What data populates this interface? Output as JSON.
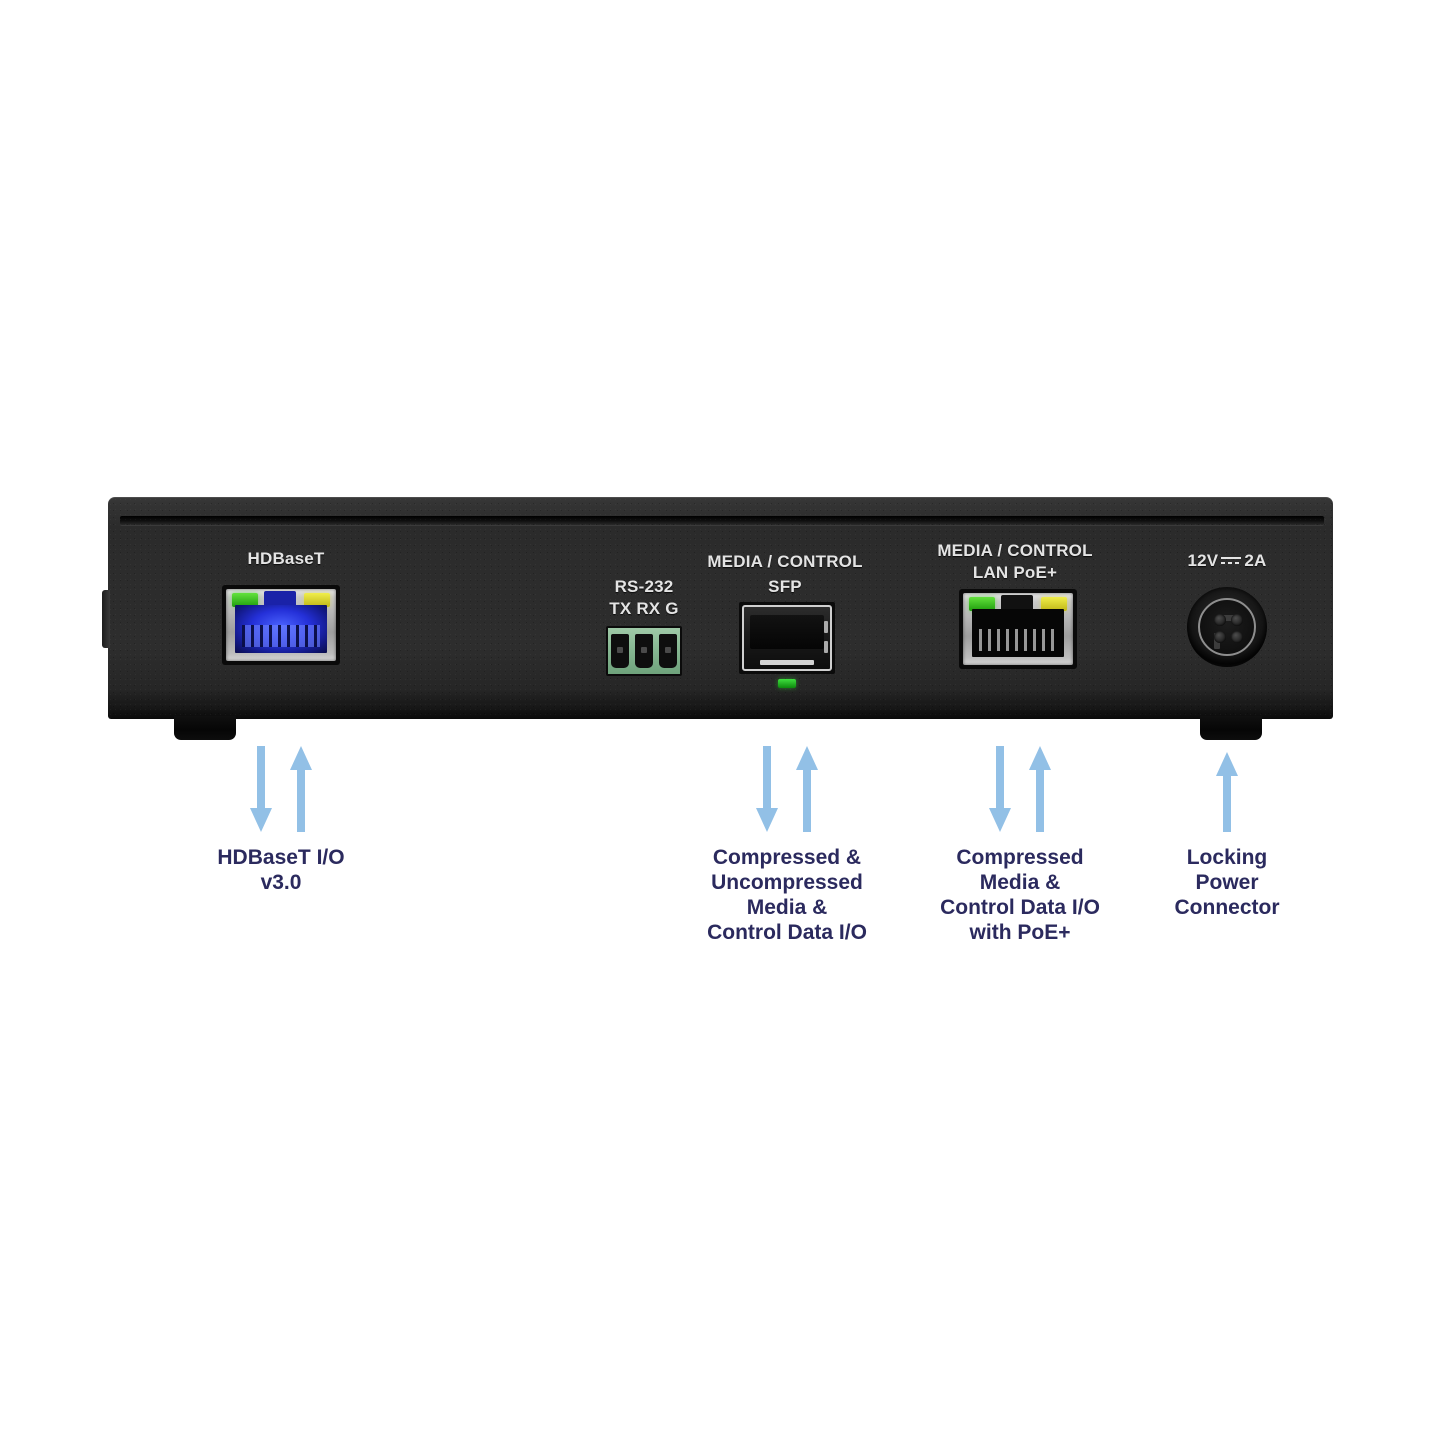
{
  "device": {
    "name": "rear-panel-av-extender",
    "panel_labels": {
      "hdbaset": "HDBaseT",
      "rs232_title": "RS-232",
      "rs232_pins": "TX RX  G",
      "sfp_title": "MEDIA / CONTROL",
      "sfp_sub": "SFP",
      "lan_title": "MEDIA / CONTROL",
      "lan_sub": "LAN   PoE+",
      "power_voltage": "12V",
      "power_current": "2A"
    }
  },
  "colors": {
    "callout_text": "#2b2a5e",
    "arrow": "#92c0e6",
    "chassis": "#2b2b2b",
    "silkscreen": "#e4e4e4",
    "led_green": "#46dc28",
    "led_yellow": "#e6e128",
    "terminal_block": "#86b792",
    "rj45_glow": "#2430d8"
  },
  "callouts": [
    {
      "id": "hdbaset-io",
      "arrows": "down-up",
      "lines": "HDBaseT I/O\nv3.0"
    },
    {
      "id": "sfp-media",
      "arrows": "down-up",
      "lines": "Compressed &\nUncompressed\nMedia &\nControl Data I/O"
    },
    {
      "id": "lan-media",
      "arrows": "down-up",
      "lines": "Compressed\nMedia &\nControl Data I/O\nwith PoE+"
    },
    {
      "id": "locking-power",
      "arrows": "up",
      "lines": "Locking\nPower\nConnector"
    }
  ]
}
